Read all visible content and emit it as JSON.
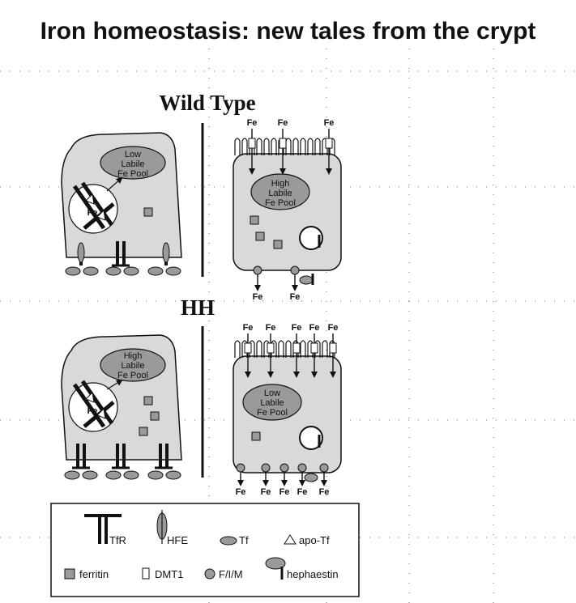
{
  "title": "Iron homeostasis: new tales from the crypt",
  "sections": {
    "wild_type": {
      "heading": "Wild Type",
      "crypt_pool": [
        "Low",
        "Labile",
        "Fe Pool"
      ],
      "villus_pool": [
        "High",
        "Labile",
        "Fe Pool"
      ],
      "fe_label": "Fe",
      "fe_in_count": 3,
      "fe_out_count": 2
    },
    "hh": {
      "heading": "HH",
      "crypt_pool": [
        "High",
        "Labile",
        "Fe Pool"
      ],
      "villus_pool": [
        "Low",
        "Labile",
        "Fe Pool"
      ],
      "fe_label": "Fe",
      "fe_in_count": 5,
      "fe_out_count": 5
    }
  },
  "legend": {
    "items": [
      {
        "label": "TfR",
        "icon": "tfr-icon"
      },
      {
        "label": "HFE",
        "icon": "hfe-icon"
      },
      {
        "label": "Tf",
        "icon": "tf-icon"
      },
      {
        "label": "apo-Tf",
        "icon": "apo-tf-icon"
      },
      {
        "label": "ferritin",
        "icon": "ferritin-icon"
      },
      {
        "label": "DMT1",
        "icon": "dmt1-icon"
      },
      {
        "label": "F/I/M",
        "icon": "fim-icon"
      },
      {
        "label": "hephaestin",
        "icon": "hephaestin-icon"
      }
    ]
  },
  "colors": {
    "cell_fill": "#d9d9d9",
    "oval_fill": "#9a9a9a",
    "stroke": "#111111",
    "grid": "#6f6f6f"
  }
}
